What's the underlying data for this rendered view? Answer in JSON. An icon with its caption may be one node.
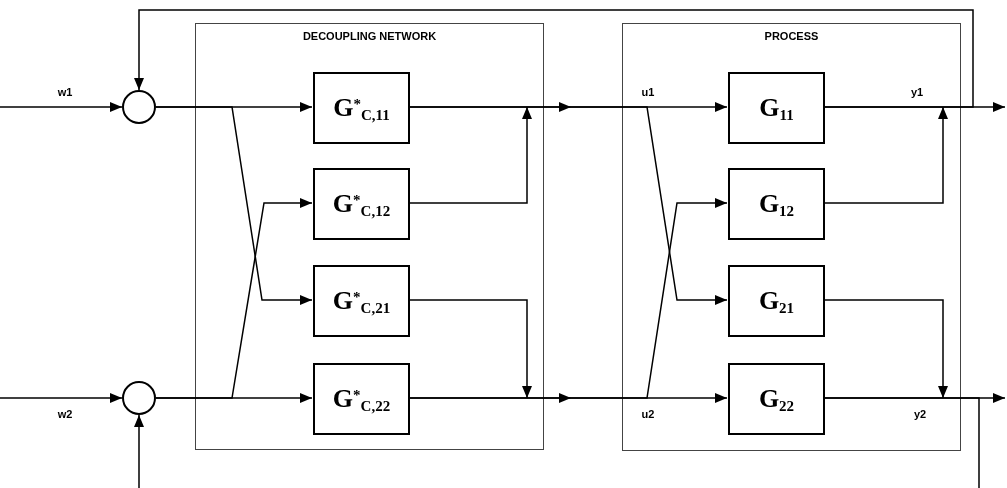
{
  "diagram": {
    "nodes": [
      {
        "text": [],
        "shape": "circle"
      },
      {
        "text": [],
        "shape": "circle"
      },
      {
        "text": [
          "DECOUPLING NETWORK"
        ]
      },
      {
        "text": [
          "G$^{*}$$_{C,11}$"
        ],
        "in": 2
      },
      {
        "text": [
          "G$^{*}$$_{C,12}$"
        ],
        "in": 2
      },
      {
        "text": [
          "G$^{*}$$_{C,21}$"
        ],
        "in": 2
      },
      {
        "text": [
          "G$^{*}$$_{C,22}$"
        ],
        "in": 2
      },
      {
        "text": [
          "PROCESS"
        ]
      },
      {
        "text": [
          "G$_{11}$"
        ],
        "in": 7
      },
      {
        "text": [
          "G$_{12}$"
        ],
        "in": 7
      },
      {
        "text": [
          "G$_{21}$"
        ],
        "in": 7
      },
      {
        "text": [
          "G$_{22}$"
        ],
        "in": 7
      }
    ],
    "edges": [
      {
        "from": null,
        "to": 0,
        "arrow": "to",
        "label": "w1"
      },
      {
        "from": null,
        "to": 1,
        "arrow": "to",
        "label": "w2"
      },
      {
        "from": 8,
        "to": 0,
        "arrow": "to"
      },
      {
        "from": 11,
        "to": 1,
        "arrow": "to"
      },
      {
        "from": 0,
        "to": 3,
        "arrow": "to"
      },
      {
        "from": 0,
        "to": 5,
        "arrow": "to"
      },
      {
        "from": 1,
        "to": 4,
        "arrow": "to"
      },
      {
        "from": 1,
        "to": 6,
        "arrow": "to"
      },
      {
        "from": 3,
        "to": 8,
        "arrow": "to",
        "label": "u1"
      },
      {
        "from": 3,
        "to": 10,
        "arrow": "to"
      },
      {
        "from": 6,
        "to": 11,
        "arrow": "to",
        "label": "u2"
      },
      {
        "from": 6,
        "to": 9,
        "arrow": "to"
      },
      {
        "from": 4,
        "to": null,
        "arrow": "to"
      },
      {
        "from": 5,
        "to": null,
        "arrow": "to"
      },
      {
        "from": 8,
        "to": null,
        "arrow": "to",
        "label": "y1"
      },
      {
        "from": 11,
        "to": null,
        "arrow": "to",
        "label": "y2"
      },
      {
        "from": 9,
        "to": null,
        "arrow": "to"
      },
      {
        "from": 10,
        "to": null,
        "arrow": "to"
      }
    ]
  }
}
